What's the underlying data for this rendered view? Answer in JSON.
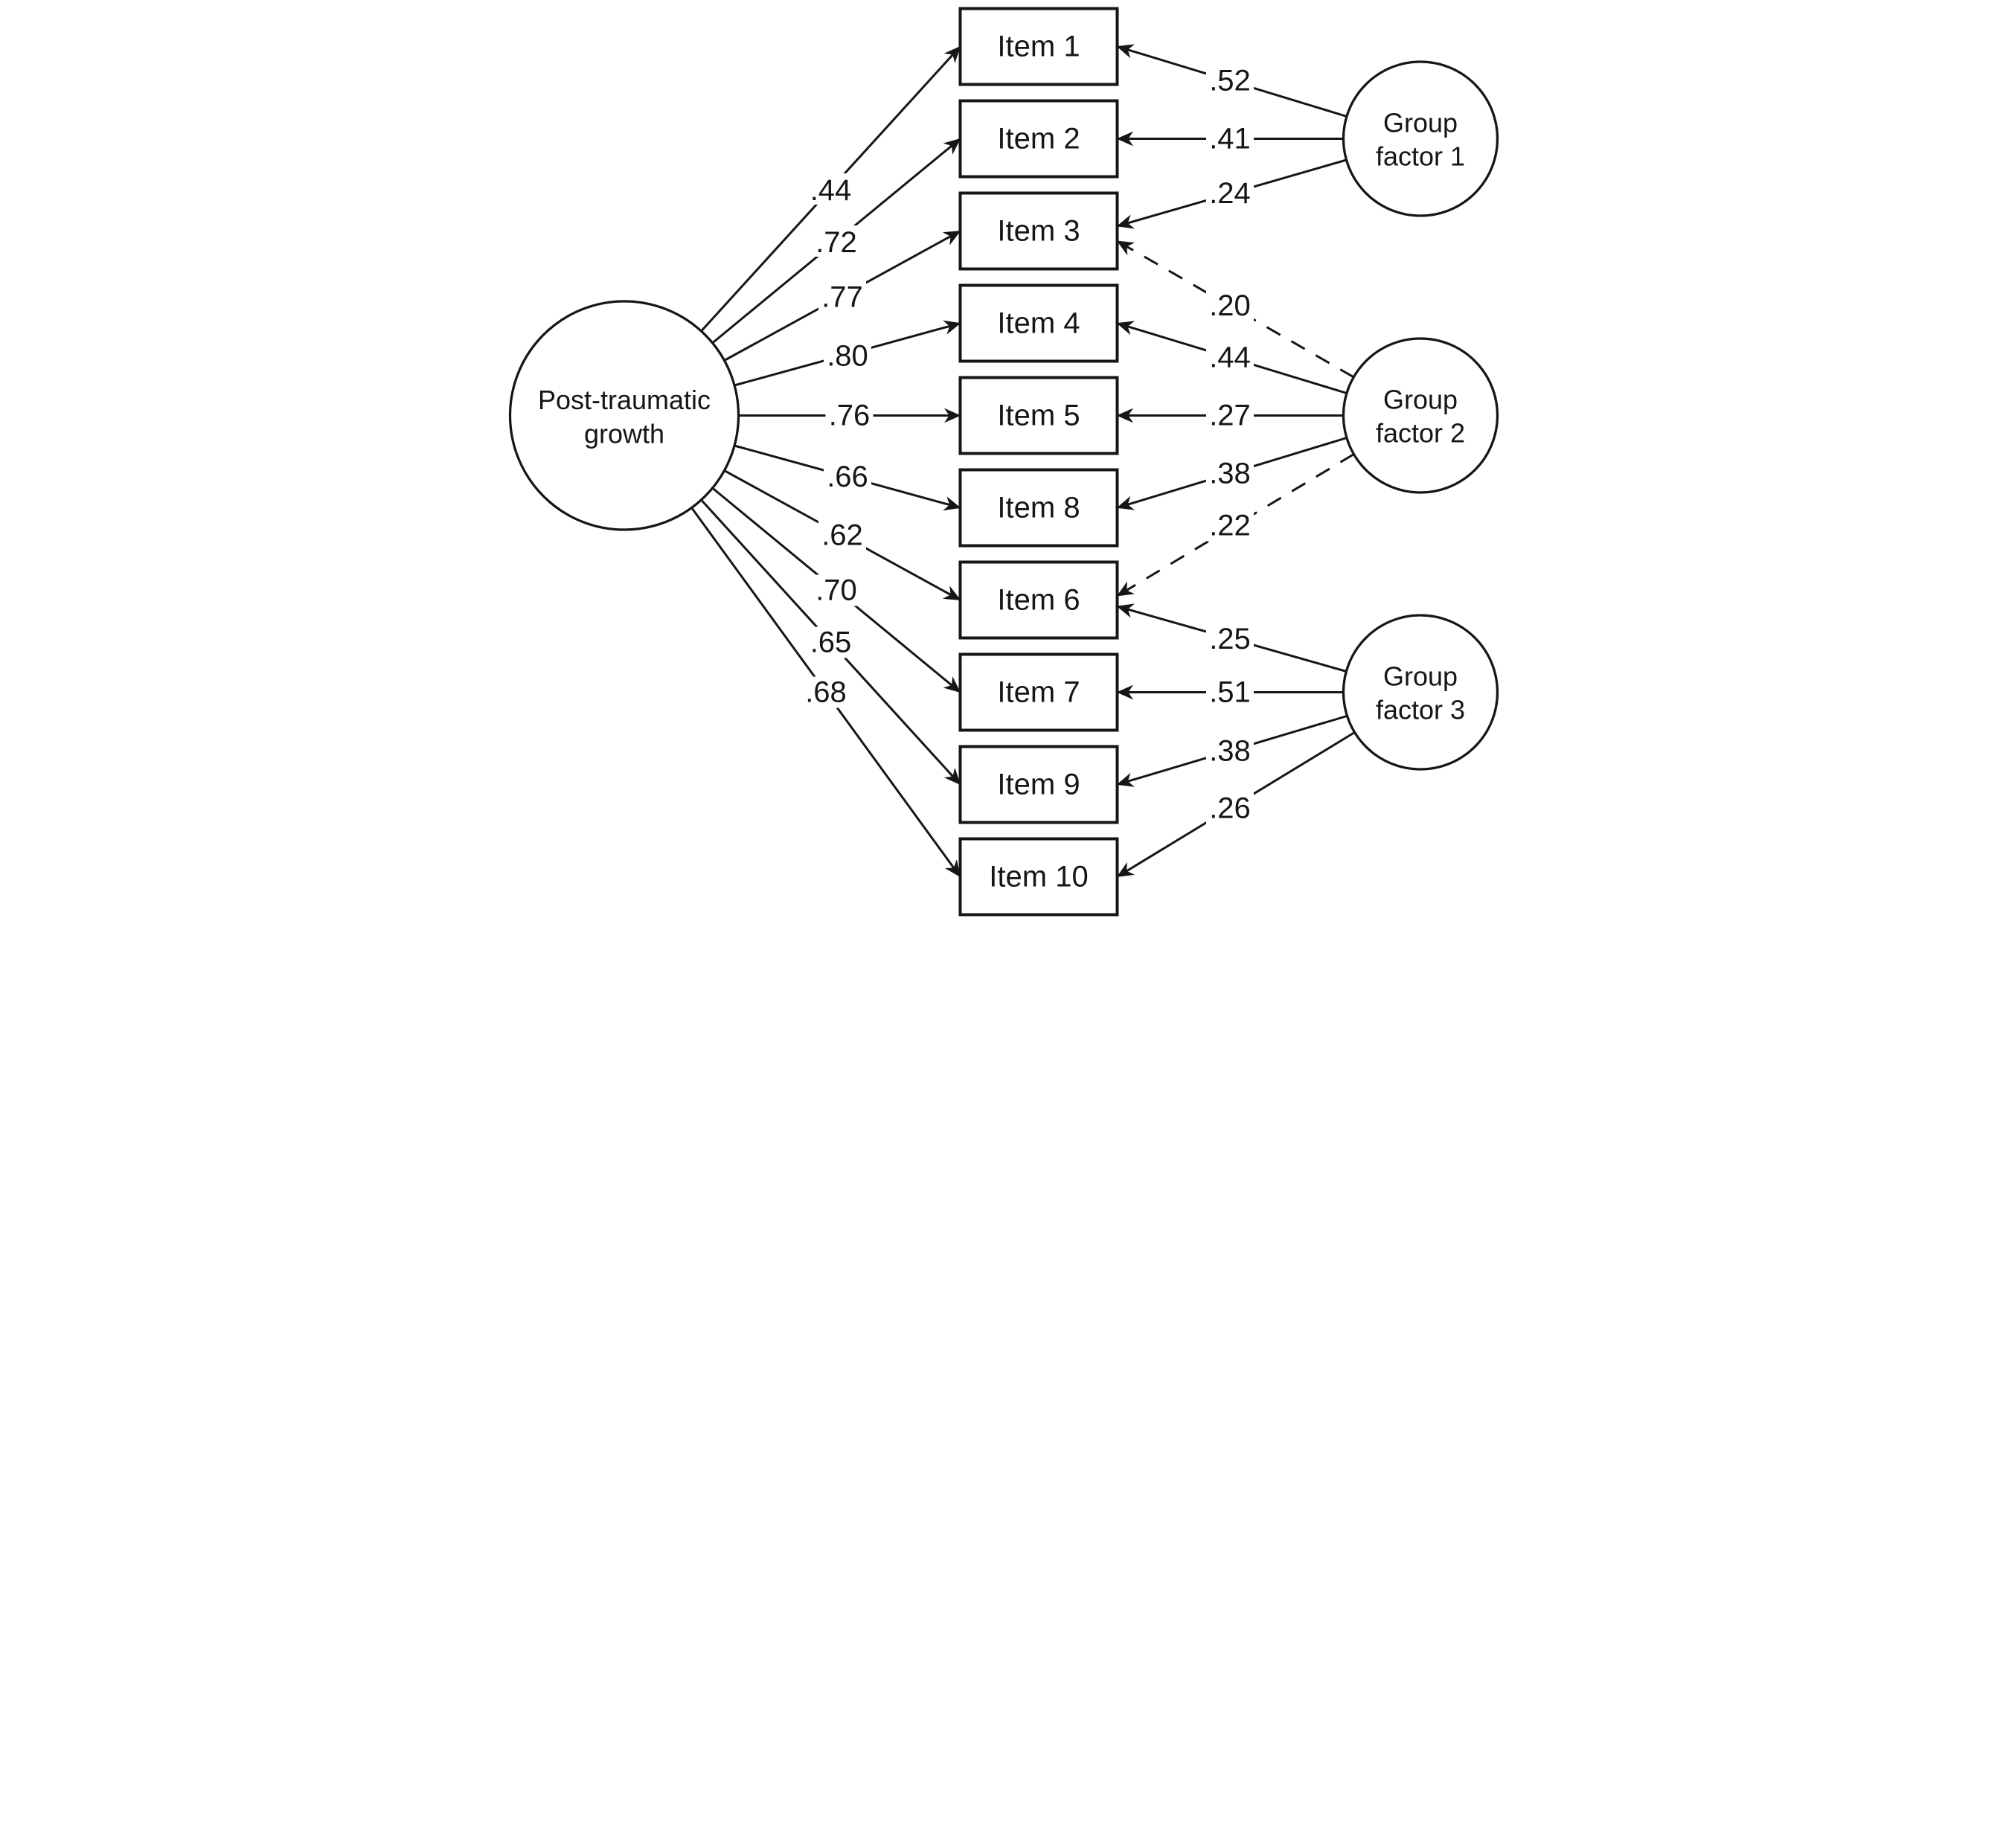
{
  "figure": {
    "background_color": "#ffffff",
    "ink_color": "#161616",
    "general_factor": {
      "name": "Post-traumatic growth",
      "line1": "Post-traumatic",
      "line2": "growth"
    },
    "items": [
      "Item 1",
      "Item 2",
      "Item 3",
      "Item 4",
      "Item 5",
      "Item 8",
      "Item 6",
      "Item 7",
      "Item 9",
      "Item 10"
    ],
    "general_loadings": [
      ".44",
      ".72",
      ".77",
      ".80",
      ".76",
      ".66",
      ".62",
      ".70",
      ".65",
      ".68"
    ],
    "group_factors": [
      {
        "name": "Group factor 1",
        "line1": "Group",
        "line2": "factor 1",
        "loadings": [
          {
            "item": "Item 1",
            "value": ".52",
            "style": "solid"
          },
          {
            "item": "Item 2",
            "value": ".41",
            "style": "solid"
          },
          {
            "item": "Item 3",
            "value": ".24",
            "style": "solid"
          }
        ]
      },
      {
        "name": "Group factor 2",
        "line1": "Group",
        "line2": "factor 2",
        "loadings": [
          {
            "item": "Item 3",
            "value": ".20",
            "style": "dashed"
          },
          {
            "item": "Item 4",
            "value": ".44",
            "style": "solid"
          },
          {
            "item": "Item 5",
            "value": ".27",
            "style": "solid"
          },
          {
            "item": "Item 8",
            "value": ".38",
            "style": "solid"
          },
          {
            "item": "Item 6",
            "value": ".22",
            "style": "dashed"
          }
        ]
      },
      {
        "name": "Group factor 3",
        "line1": "Group",
        "line2": "factor 3",
        "loadings": [
          {
            "item": "Item 6",
            "value": ".25",
            "style": "solid"
          },
          {
            "item": "Item 7",
            "value": ".51",
            "style": "solid"
          },
          {
            "item": "Item 9",
            "value": ".38",
            "style": "solid"
          },
          {
            "item": "Item 10",
            "value": ".26",
            "style": "solid"
          }
        ]
      }
    ]
  }
}
